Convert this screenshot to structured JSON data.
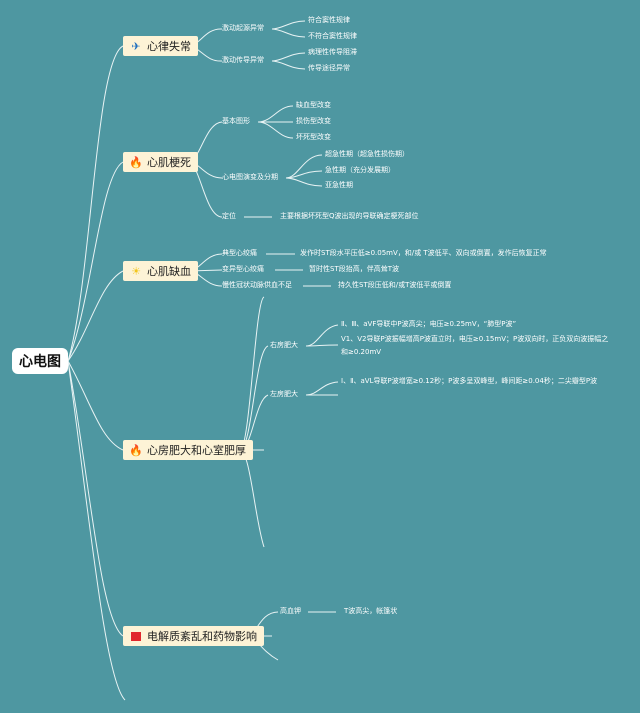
{
  "root": {
    "label": "心电图"
  },
  "branches": [
    {
      "id": "arrhythmia",
      "label": "心律失常",
      "icon": "paper-plane-icon",
      "items": [
        {
          "label": "激动起源异常",
          "children": [
            "符合窦性规律",
            "不符合窦性规律"
          ]
        },
        {
          "label": "激动传导异常",
          "children": [
            "病理性传导阻滞",
            "传导途径异常"
          ]
        }
      ]
    },
    {
      "id": "infarction",
      "label": "心肌梗死",
      "icon": "fire-icon",
      "items": [
        {
          "label": "基本图形",
          "children": [
            "缺血型改变",
            "损伤型改变",
            "坏死型改变"
          ]
        },
        {
          "label": "心电图演变及分期",
          "children": [
            "超急性期（超急性损伤期）",
            "急性期（充分发展期）",
            "亚急性期"
          ]
        },
        {
          "label": "定位",
          "children": [
            "主要根据坏死型Q波出现的导联确定梗死部位"
          ]
        }
      ]
    },
    {
      "id": "ischemia",
      "label": "心肌缺血",
      "icon": "sun-icon",
      "items": [
        {
          "label": "典型心绞痛",
          "children": [
            "发作时ST段水平压低≥0.05mV，和/或 T波低平、双向或倒置，发作后恢复正常"
          ]
        },
        {
          "label": "变异型心绞痛",
          "children": [
            "暂时性ST段抬高，伴高耸T波"
          ]
        },
        {
          "label": "慢性冠状动脉供血不足",
          "children": [
            "持久性ST段压低和/或T波低平或倒置"
          ]
        }
      ]
    },
    {
      "id": "hypertrophy",
      "label": "心房肥大和心室肥厚",
      "icon": "fire-icon",
      "items": [
        {
          "label": "右房肥大",
          "children": [
            "Ⅱ、Ⅲ、aVF导联中P波高尖；电压≥0.25mV，“肺型P波”",
            "V1、V2导联P波振幅增高P波直立时，电压≥0.15mV；P波双向时，正负双向波振幅之和≥0.20mV"
          ]
        },
        {
          "label": "左房肥大",
          "children": [
            "Ⅰ、Ⅱ、aVL导联P波增宽≥0.12秒；P波多呈双峰型，峰间距≥0.04秒；二尖瓣型P波"
          ]
        }
      ]
    },
    {
      "id": "electrolyte",
      "label": "电解质紊乱和药物影响",
      "icon": "flag-icon",
      "items": [
        {
          "label": "高血钾",
          "children": [
            "T波高尖，帐篷状"
          ]
        }
      ]
    }
  ],
  "colors": {
    "background": "#4e97a1",
    "node": "#fdf3d6",
    "line": "#e8f3f4",
    "root": "#ffffff"
  }
}
